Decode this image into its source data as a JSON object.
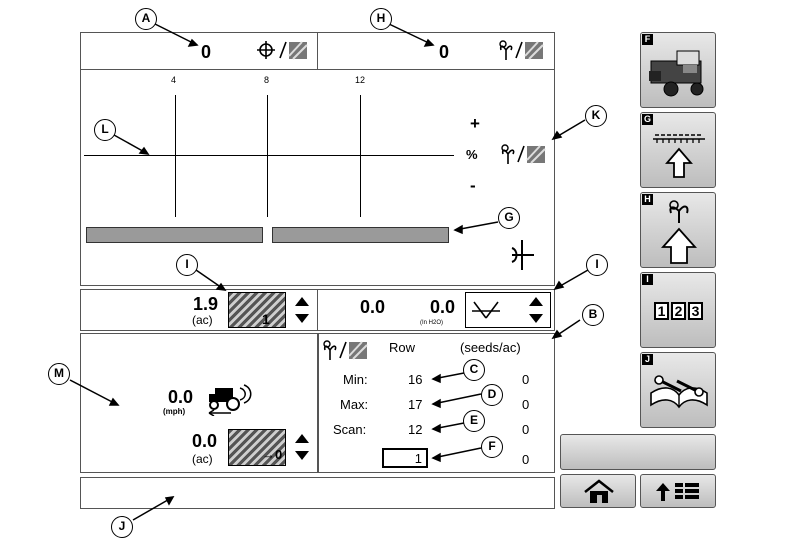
{
  "top": {
    "left_value": "0",
    "right_value": "0"
  },
  "graph": {
    "ticks": [
      "4",
      "8",
      "12"
    ],
    "plus": "+",
    "percent": "%",
    "minus": "-"
  },
  "area": {
    "value": "1.9",
    "unit": "(ac)",
    "subscript": "1"
  },
  "pressure": {
    "left_value": "0.0",
    "right_value": "0.0",
    "unit": "(In H2O)"
  },
  "speed": {
    "value": "0.0",
    "unit": "(mph)"
  },
  "area2": {
    "value": "0.0",
    "unit": "(ac)",
    "arrow_label": "0"
  },
  "table": {
    "header_row": "Row",
    "header_units": "(seeds/ac)",
    "rows": [
      {
        "label": "Min:",
        "row": "16",
        "value": "0"
      },
      {
        "label": "Max:",
        "row": "17",
        "value": "0"
      },
      {
        "label": "Scan:",
        "row": "12",
        "value": "0"
      }
    ],
    "input_value": "1",
    "input_right": "0"
  },
  "side": {
    "letters": [
      "F",
      "G",
      "H",
      "I",
      "J"
    ],
    "numbers": [
      "1",
      "2",
      "3"
    ]
  },
  "callouts": {
    "A": "A",
    "H": "H",
    "K": "K",
    "L": "L",
    "G": "G",
    "I": "I",
    "B": "B",
    "C": "C",
    "D": "D",
    "E": "E",
    "F": "F",
    "M": "M",
    "J": "J"
  }
}
